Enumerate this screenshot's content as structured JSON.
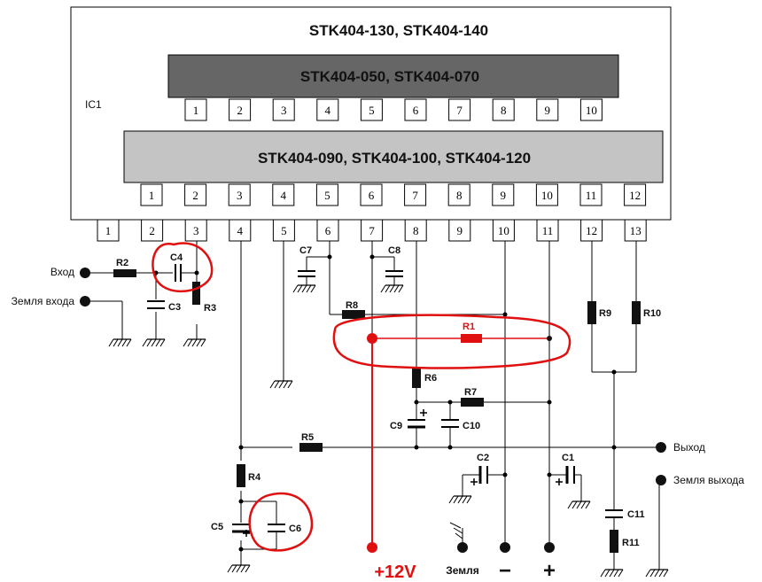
{
  "ic": {
    "label": "IC1",
    "family_outer": "STK404-130, STK404-140",
    "family_top": "STK404-050, STK404-070",
    "family_mid": "STK404-090, STK404-100, STK404-120",
    "pins_top": [
      "1",
      "2",
      "3",
      "4",
      "5",
      "6",
      "7",
      "8",
      "9",
      "10"
    ],
    "pins_mid": [
      "1",
      "2",
      "3",
      "4",
      "5",
      "6",
      "7",
      "8",
      "9",
      "10",
      "11",
      "12"
    ],
    "pins_bottom": [
      "1",
      "2",
      "3",
      "4",
      "5",
      "6",
      "7",
      "8",
      "9",
      "10",
      "11",
      "12",
      "13"
    ]
  },
  "terminals": {
    "input": "Вход",
    "input_ground": "Земля входа",
    "output": "Выход",
    "output_ground": "Земля выхода",
    "supply": "+12V",
    "ground": "Земля",
    "minus": "−",
    "plus": "+"
  },
  "components": {
    "R2": "R2",
    "R3": "R3",
    "R4": "R4",
    "R5": "R5",
    "R6": "R6",
    "R7": "R7",
    "R8": "R8",
    "R1": "R1",
    "R9": "R9",
    "R10": "R10",
    "R11": "R11",
    "C1": "C1",
    "C2": "C2",
    "C3": "C3",
    "C4": "C4",
    "C5": "C5",
    "C6": "C6",
    "C7": "C7",
    "C8": "C8",
    "C9": "C9",
    "C10": "C10",
    "C11": "C11"
  },
  "colors": {
    "ic_top_bar": "#666666",
    "ic_mid_bar": "#c4c4c4",
    "highlight": "#e01010"
  }
}
